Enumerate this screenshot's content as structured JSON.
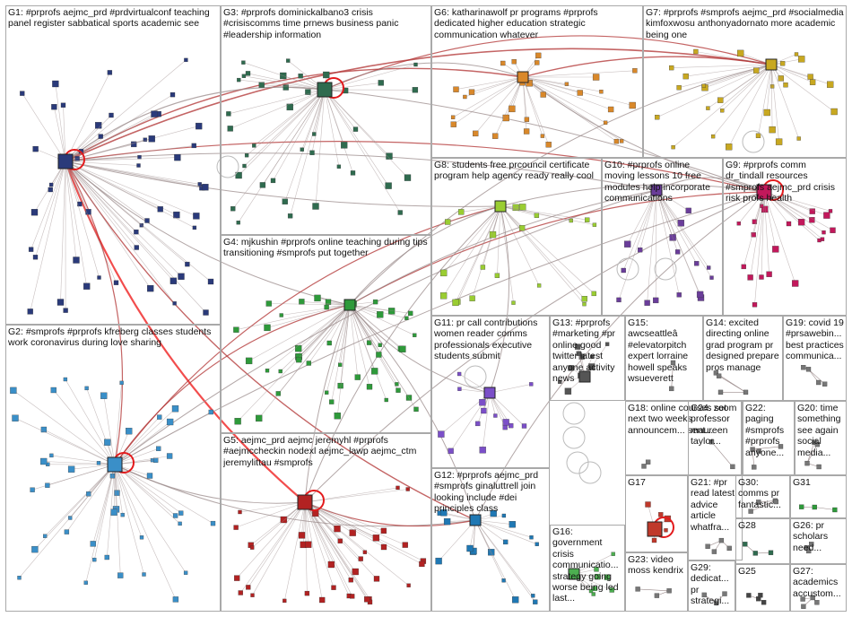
{
  "groups": [
    {
      "id": "G1",
      "label": "G1: #prprofs aejmc_prd #prdvirtualconf teaching panel register sabbatical sports academic see",
      "color": "#2a3a7a"
    },
    {
      "id": "G2",
      "label": "G2: #smprofs #prprofs kfreberg classes students work coronavirus during love sharing",
      "color": "#3a8fc8"
    },
    {
      "id": "G3",
      "label": "G3: #prprofs dominickalbano3 crisis #crisiscomms time prnews business panic #leadership information",
      "color": "#2f6b4f"
    },
    {
      "id": "G4",
      "label": "G4: mjkushin #prprofs online teaching during tips transitioning #smprofs put together",
      "color": "#2e9a3a"
    },
    {
      "id": "G5",
      "label": "G5: aejmc_prd aejmc jeremyhl #prprofs #aejmccheckin nodexl aejmc_lawp aejmc_ctm jeremylittau #smprofs",
      "color": "#b22222"
    },
    {
      "id": "G6",
      "label": "G6: katharinawolf pr programs #prprofs dedicated higher education strategic communication whatever",
      "color": "#d9882a"
    },
    {
      "id": "G7",
      "label": "G7: #prprofs #smprofs aejmc_prd #socialmedia kimfoxwosu anthonyadornato more academic being one",
      "color": "#c8a820"
    },
    {
      "id": "G8",
      "label": "G8: students free prcouncil certificate program help agency ready really cool",
      "color": "#9acd32"
    },
    {
      "id": "G9",
      "label": "G9: #prprofs comm dr_tindall resources #smprofs aejmc_prd crisis risk profs health",
      "color": "#c2185b"
    },
    {
      "id": "G10",
      "label": "G10: #prprofs online moving lessons 10 free modules help incorporate communications",
      "color": "#6a3d9a"
    },
    {
      "id": "G11",
      "label": "G11: pr call contributions women reader comms professionals executive students submit",
      "color": "#7b4fc8"
    },
    {
      "id": "G12",
      "label": "G12: #prprofs aejmc_prd #smprofs ginaluttrell join looking include #dei principles class",
      "color": "#1f78b4"
    },
    {
      "id": "G13",
      "label": "G13: #prprofs #marketing #pr online good twitter latest anyone activity news",
      "color": "#555555"
    },
    {
      "id": "G14",
      "label": "G14: excited directing online grad program pr designed prepare pros manage",
      "color": "#777777"
    },
    {
      "id": "G15",
      "label": "G15: awcseattleâ #elevatorpitch expert lorraine howell speaks wsueverett",
      "color": "#777777"
    },
    {
      "id": "G16",
      "label": "G16: government crisis communicatio... strategy going worse being led last...",
      "color": "#4caf50"
    },
    {
      "id": "G17",
      "label": "G17",
      "color": "#c0392b"
    },
    {
      "id": "G18",
      "label": "G18: online courses set next two weeks announcem... sent...",
      "color": "#777777"
    },
    {
      "id": "G19",
      "label": "G19: covid 19 #prsawebin... best practices communica...",
      "color": "#777777"
    },
    {
      "id": "G20",
      "label": "G20: time something see again social media...",
      "color": "#777777"
    },
    {
      "id": "G21",
      "label": "G21: #pr read latest advice article whatfra...",
      "color": "#777777"
    },
    {
      "id": "G22",
      "label": "G22: paging #smprofs #prprofs anyone...",
      "color": "#777777"
    },
    {
      "id": "G23",
      "label": "G23: video moss kendrix",
      "color": "#777777"
    },
    {
      "id": "G24",
      "label": "G24: zoom professor maureen taylor...",
      "color": "#777777"
    },
    {
      "id": "G25",
      "label": "G25",
      "color": "#444444"
    },
    {
      "id": "G26",
      "label": "G26: pr scholars need...",
      "color": "#777777"
    },
    {
      "id": "G27",
      "label": "G27: academics accustom...",
      "color": "#777777"
    },
    {
      "id": "G28",
      "label": "G28",
      "color": "#2f6b4f"
    },
    {
      "id": "G29",
      "label": "G29: dedicat... pr strategi...",
      "color": "#777777"
    },
    {
      "id": "G30",
      "label": "G30: comms pr fantastic...",
      "color": "#777777"
    },
    {
      "id": "G31",
      "label": "G31",
      "color": "#2e9a3a"
    }
  ],
  "colors": {
    "edge": "#9a8a8a",
    "edge_strong": "#b03030",
    "edge_highlight": "#ee1111",
    "box_border": "#a9a9a9",
    "self_loop": "#e31a1c"
  }
}
